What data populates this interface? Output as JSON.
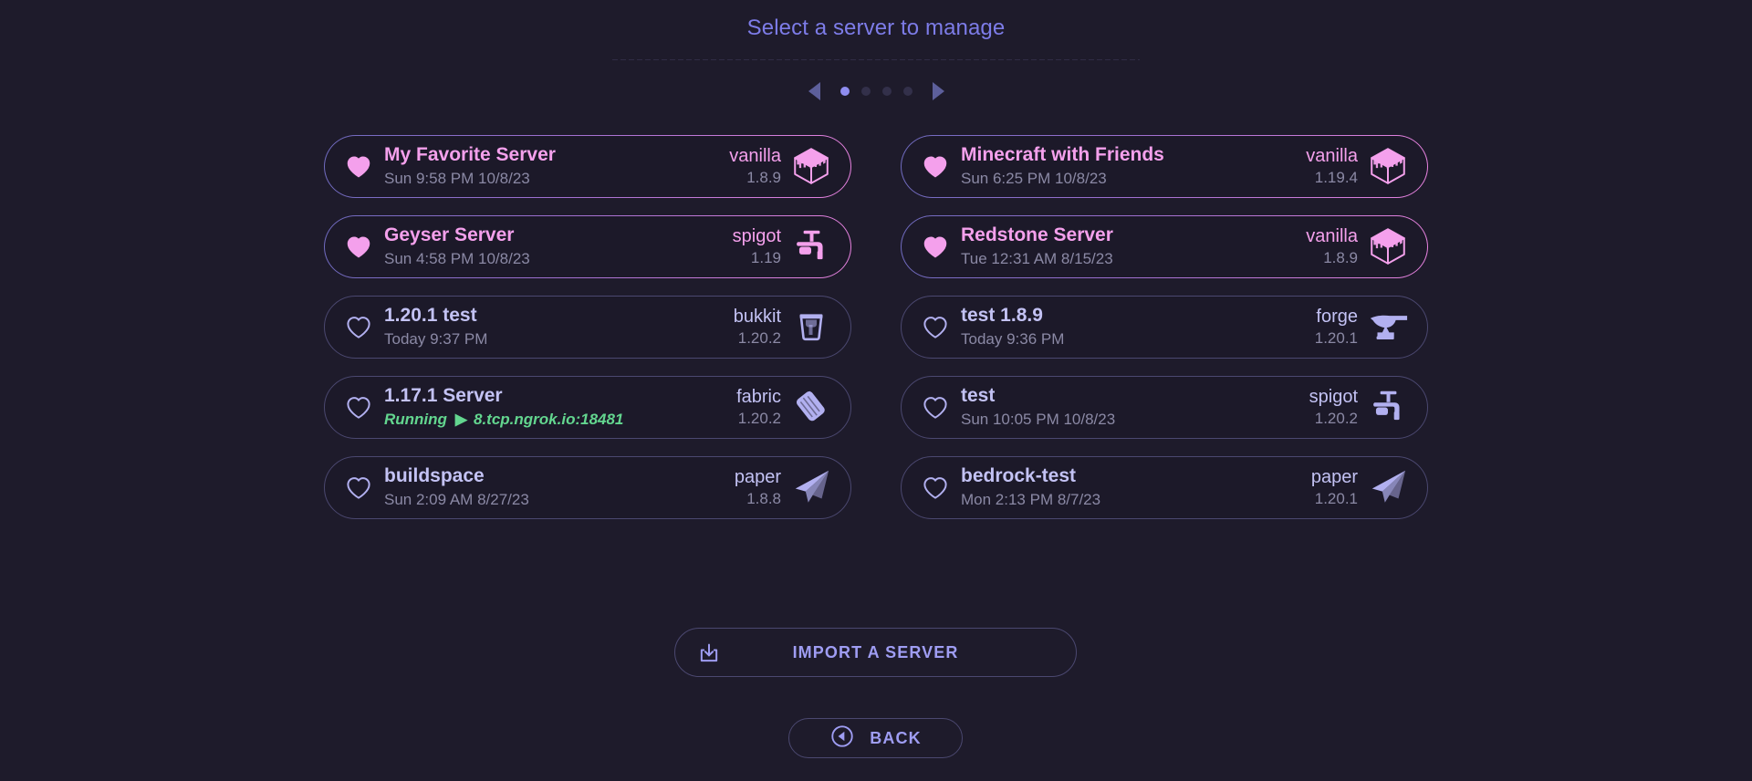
{
  "header": {
    "title": "Select a server to manage"
  },
  "pager": {
    "prev_icon": "triangle-left-icon",
    "next_icon": "triangle-right-icon",
    "page_count": 4,
    "active_page": 1
  },
  "servers": [
    {
      "name": "My Favorite Server",
      "subtitle": "Sun 9:58 PM 10/8/23",
      "favorite": true,
      "running": false,
      "software": "vanilla",
      "version": "1.8.9",
      "icon": "vanilla-grass-block-icon"
    },
    {
      "name": "Minecraft with Friends",
      "subtitle": "Sun 6:25 PM 10/8/23",
      "favorite": true,
      "running": false,
      "software": "vanilla",
      "version": "1.19.4",
      "icon": "vanilla-grass-block-icon"
    },
    {
      "name": "Geyser Server",
      "subtitle": "Sun 4:58 PM 10/8/23",
      "favorite": true,
      "running": false,
      "software": "spigot",
      "version": "1.19",
      "icon": "spigot-faucet-icon"
    },
    {
      "name": "Redstone Server",
      "subtitle": "Tue 12:31 AM 8/15/23",
      "favorite": true,
      "running": false,
      "software": "vanilla",
      "version": "1.8.9",
      "icon": "vanilla-grass-block-icon"
    },
    {
      "name": "1.20.1 test",
      "subtitle": "Today 9:37 PM",
      "favorite": false,
      "running": false,
      "software": "bukkit",
      "version": "1.20.2",
      "icon": "bukkit-bucket-icon"
    },
    {
      "name": "test 1.8.9",
      "subtitle": "Today 9:36 PM",
      "favorite": false,
      "running": false,
      "software": "forge",
      "version": "1.20.1",
      "icon": "forge-anvil-icon"
    },
    {
      "name": "1.17.1 Server",
      "subtitle": "Running",
      "address": "8.tcp.ngrok.io:18481",
      "favorite": false,
      "running": true,
      "software": "fabric",
      "version": "1.20.2",
      "icon": "fabric-bolt-icon"
    },
    {
      "name": "test",
      "subtitle": "Sun 10:05 PM 10/8/23",
      "favorite": false,
      "running": false,
      "software": "spigot",
      "version": "1.20.2",
      "icon": "spigot-faucet-icon"
    },
    {
      "name": "buildspace",
      "subtitle": "Sun 2:09 AM 8/27/23",
      "favorite": false,
      "running": false,
      "software": "paper",
      "version": "1.8.8",
      "icon": "paper-plane-icon"
    },
    {
      "name": "bedrock-test",
      "subtitle": "Mon 2:13 PM 8/7/23",
      "favorite": false,
      "running": false,
      "software": "paper",
      "version": "1.20.1",
      "icon": "paper-plane-icon"
    }
  ],
  "footer": {
    "import_label": "IMPORT A SERVER",
    "import_icon": "download-tray-icon",
    "back_label": "BACK",
    "back_icon": "circle-arrow-left-icon"
  },
  "colors": {
    "background": "#1e1b2b",
    "card_background": "#1c1929",
    "accent_purple": "#7d7ce8",
    "accent_pink": "#f4a0ec",
    "text_primary": "#c3c2f4",
    "text_muted": "#8b89a5",
    "running_green": "#63d68f",
    "border_idle": "#4b4870"
  }
}
